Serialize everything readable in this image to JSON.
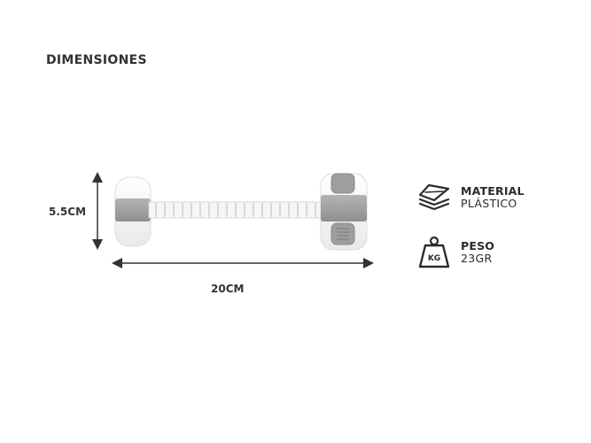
{
  "title": "DIMENSIONES",
  "dimensions": {
    "height": "5.5CM",
    "width": "20CM"
  },
  "specs": {
    "material": {
      "name": "MATERIAL",
      "value": "PLÁSTICO",
      "icon": "layers-icon"
    },
    "weight": {
      "name": "PESO",
      "value": "23GR",
      "icon": "kg-weight-icon",
      "icon_text": "KG"
    }
  },
  "colors": {
    "text": "#2b2b2b",
    "product_white": "#f4f4f4",
    "product_gray": "#a3a3a3"
  }
}
